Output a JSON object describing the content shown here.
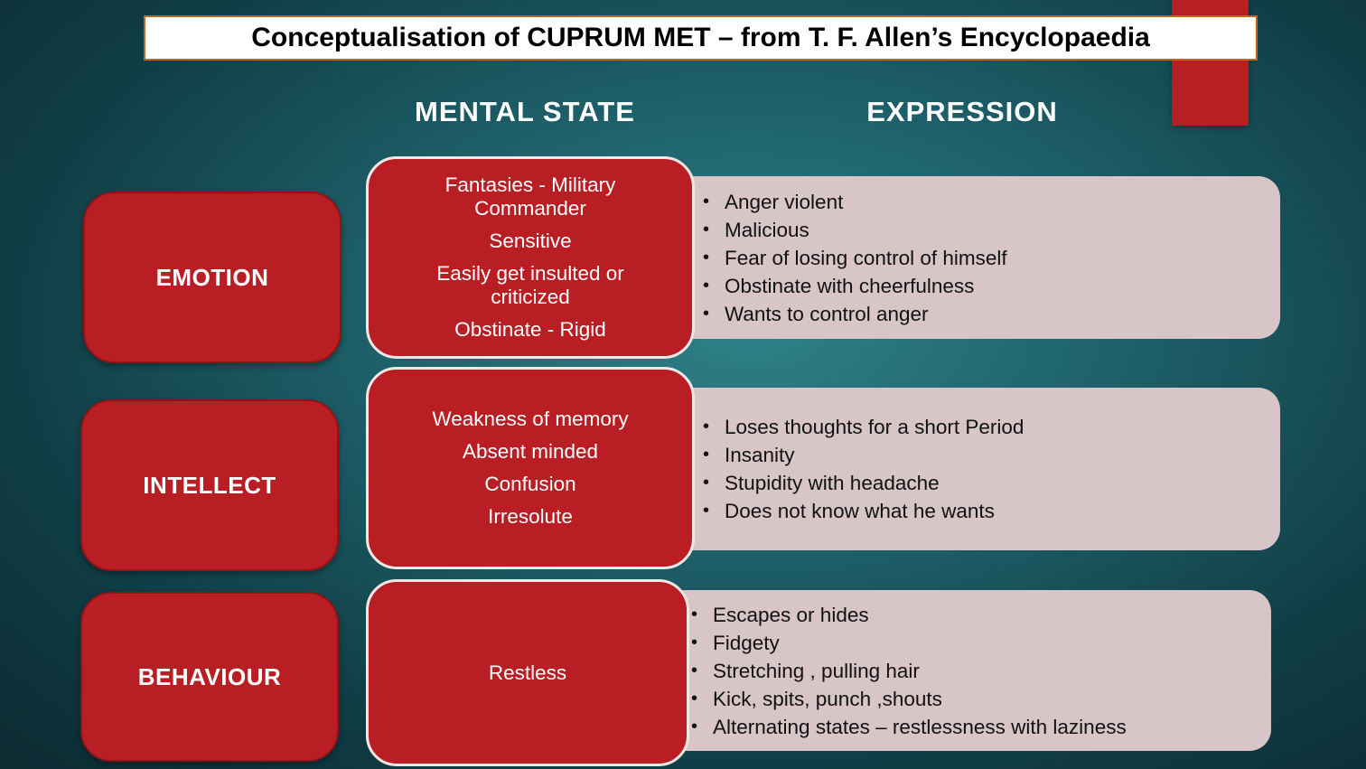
{
  "title": "Conceptualisation of CUPRUM MET – from T. F. Allen’s Encyclopaedia",
  "headers": {
    "mental_state": "MENTAL STATE",
    "expression": "EXPRESSION"
  },
  "rows": [
    {
      "category": "EMOTION",
      "mental_state": [
        "Fantasies - Military\nCommander",
        "Sensitive",
        "Easily get insulted  or\ncriticized",
        "Obstinate  - Rigid"
      ],
      "expressions": [
        "Anger  violent",
        "Malicious",
        "Fear of losing control of himself",
        "Obstinate with cheerfulness",
        "Wants to control anger"
      ]
    },
    {
      "category": "INTELLECT",
      "mental_state": [
        "Weakness of memory",
        "Absent minded",
        "Confusion",
        "Irresolute"
      ],
      "expressions": [
        "Loses thoughts  for a short Period",
        "Insanity",
        "Stupidity  with  headache",
        "Does not know  what  he wants"
      ]
    },
    {
      "category": "BEHAVIOUR",
      "mental_state": [
        "Restless"
      ],
      "expressions": [
        "Escapes or hides",
        "Fidgety",
        "Stretching  , pulling  hair",
        "Kick, spits, punch  ,shouts",
        "Alternating  states – restlessness with laziness"
      ]
    }
  ],
  "colors": {
    "accent_red": "#b81e23",
    "expression_fill": "#d7c5c8",
    "title_border": "#c4651f",
    "background": "#1d5f68"
  }
}
